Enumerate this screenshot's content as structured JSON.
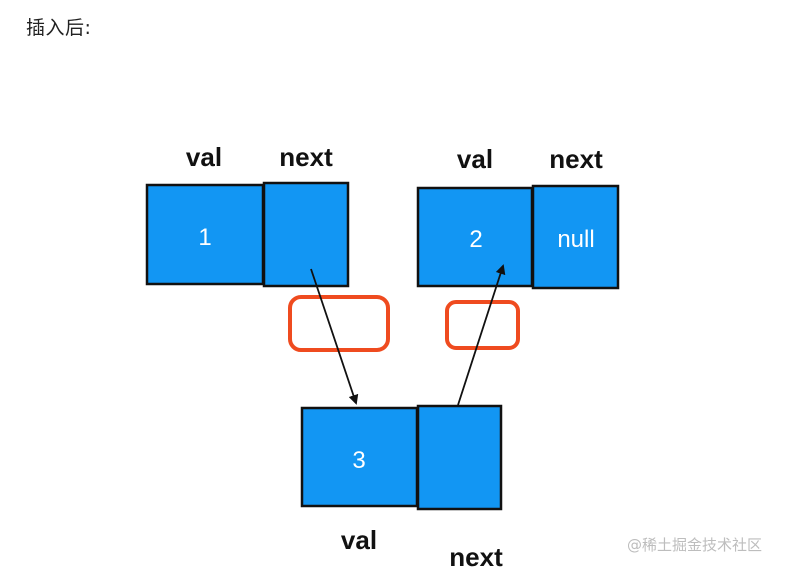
{
  "heading": "插入后:",
  "nodes": {
    "node1": {
      "val_label": "val",
      "next_label": "next",
      "value": "1",
      "next_value": ""
    },
    "node2": {
      "val_label": "val",
      "next_label": "next",
      "value": "2",
      "next_value": "null"
    },
    "node3": {
      "val_label": "val",
      "next_label": "next",
      "value": "3",
      "next_value": ""
    }
  },
  "watermark": "@稀土掘金技术社区",
  "colors": {
    "cell_fill": "#1296f3",
    "cell_stroke": "#111111",
    "highlight": "#ef4b1f",
    "arrow": "#111111"
  }
}
